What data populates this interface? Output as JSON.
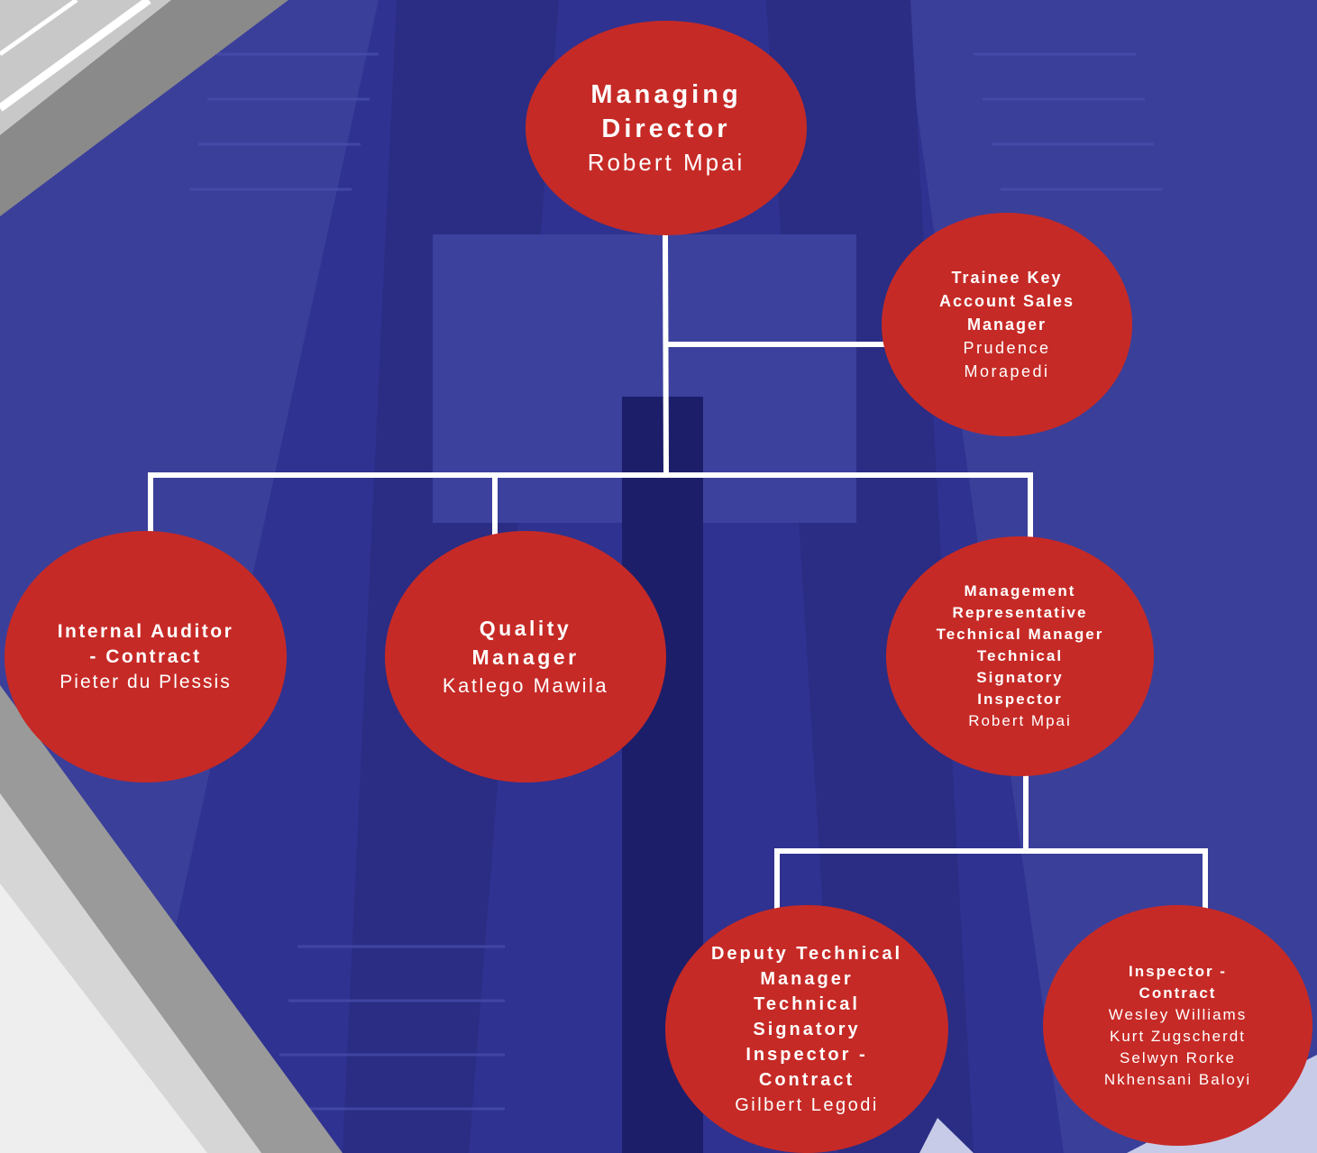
{
  "colors": {
    "node_fill": "#c62a26",
    "connector": "#ffffff",
    "background_blue": "#2f3290",
    "text": "#ffffff"
  },
  "nodes": {
    "managing_director": {
      "role": "Managing\nDirector",
      "person": "Robert Mpai"
    },
    "trainee_sales": {
      "role": "Trainee Key\nAccount Sales\nManager",
      "person": "Prudence\nMorapedi"
    },
    "internal_auditor": {
      "role": "Internal Auditor\n- Contract",
      "person": "Pieter du Plessis"
    },
    "quality_manager": {
      "role": "Quality\nManager",
      "person": "Katlego Mawila"
    },
    "management_rep": {
      "role": "Management\nRepresentative\nTechnical Manager\nTechnical\nSignatory\nInspector",
      "person": "Robert Mpai"
    },
    "deputy_technical": {
      "role": "Deputy Technical\nManager\nTechnical\nSignatory\nInspector -\nContract",
      "person": "Gilbert Legodi"
    },
    "inspector_contract": {
      "role": "Inspector -\nContract",
      "person": "Wesley Williams\nKurt Zugscherdt\nSelwyn Rorke\nNkhensani Baloyi"
    }
  }
}
